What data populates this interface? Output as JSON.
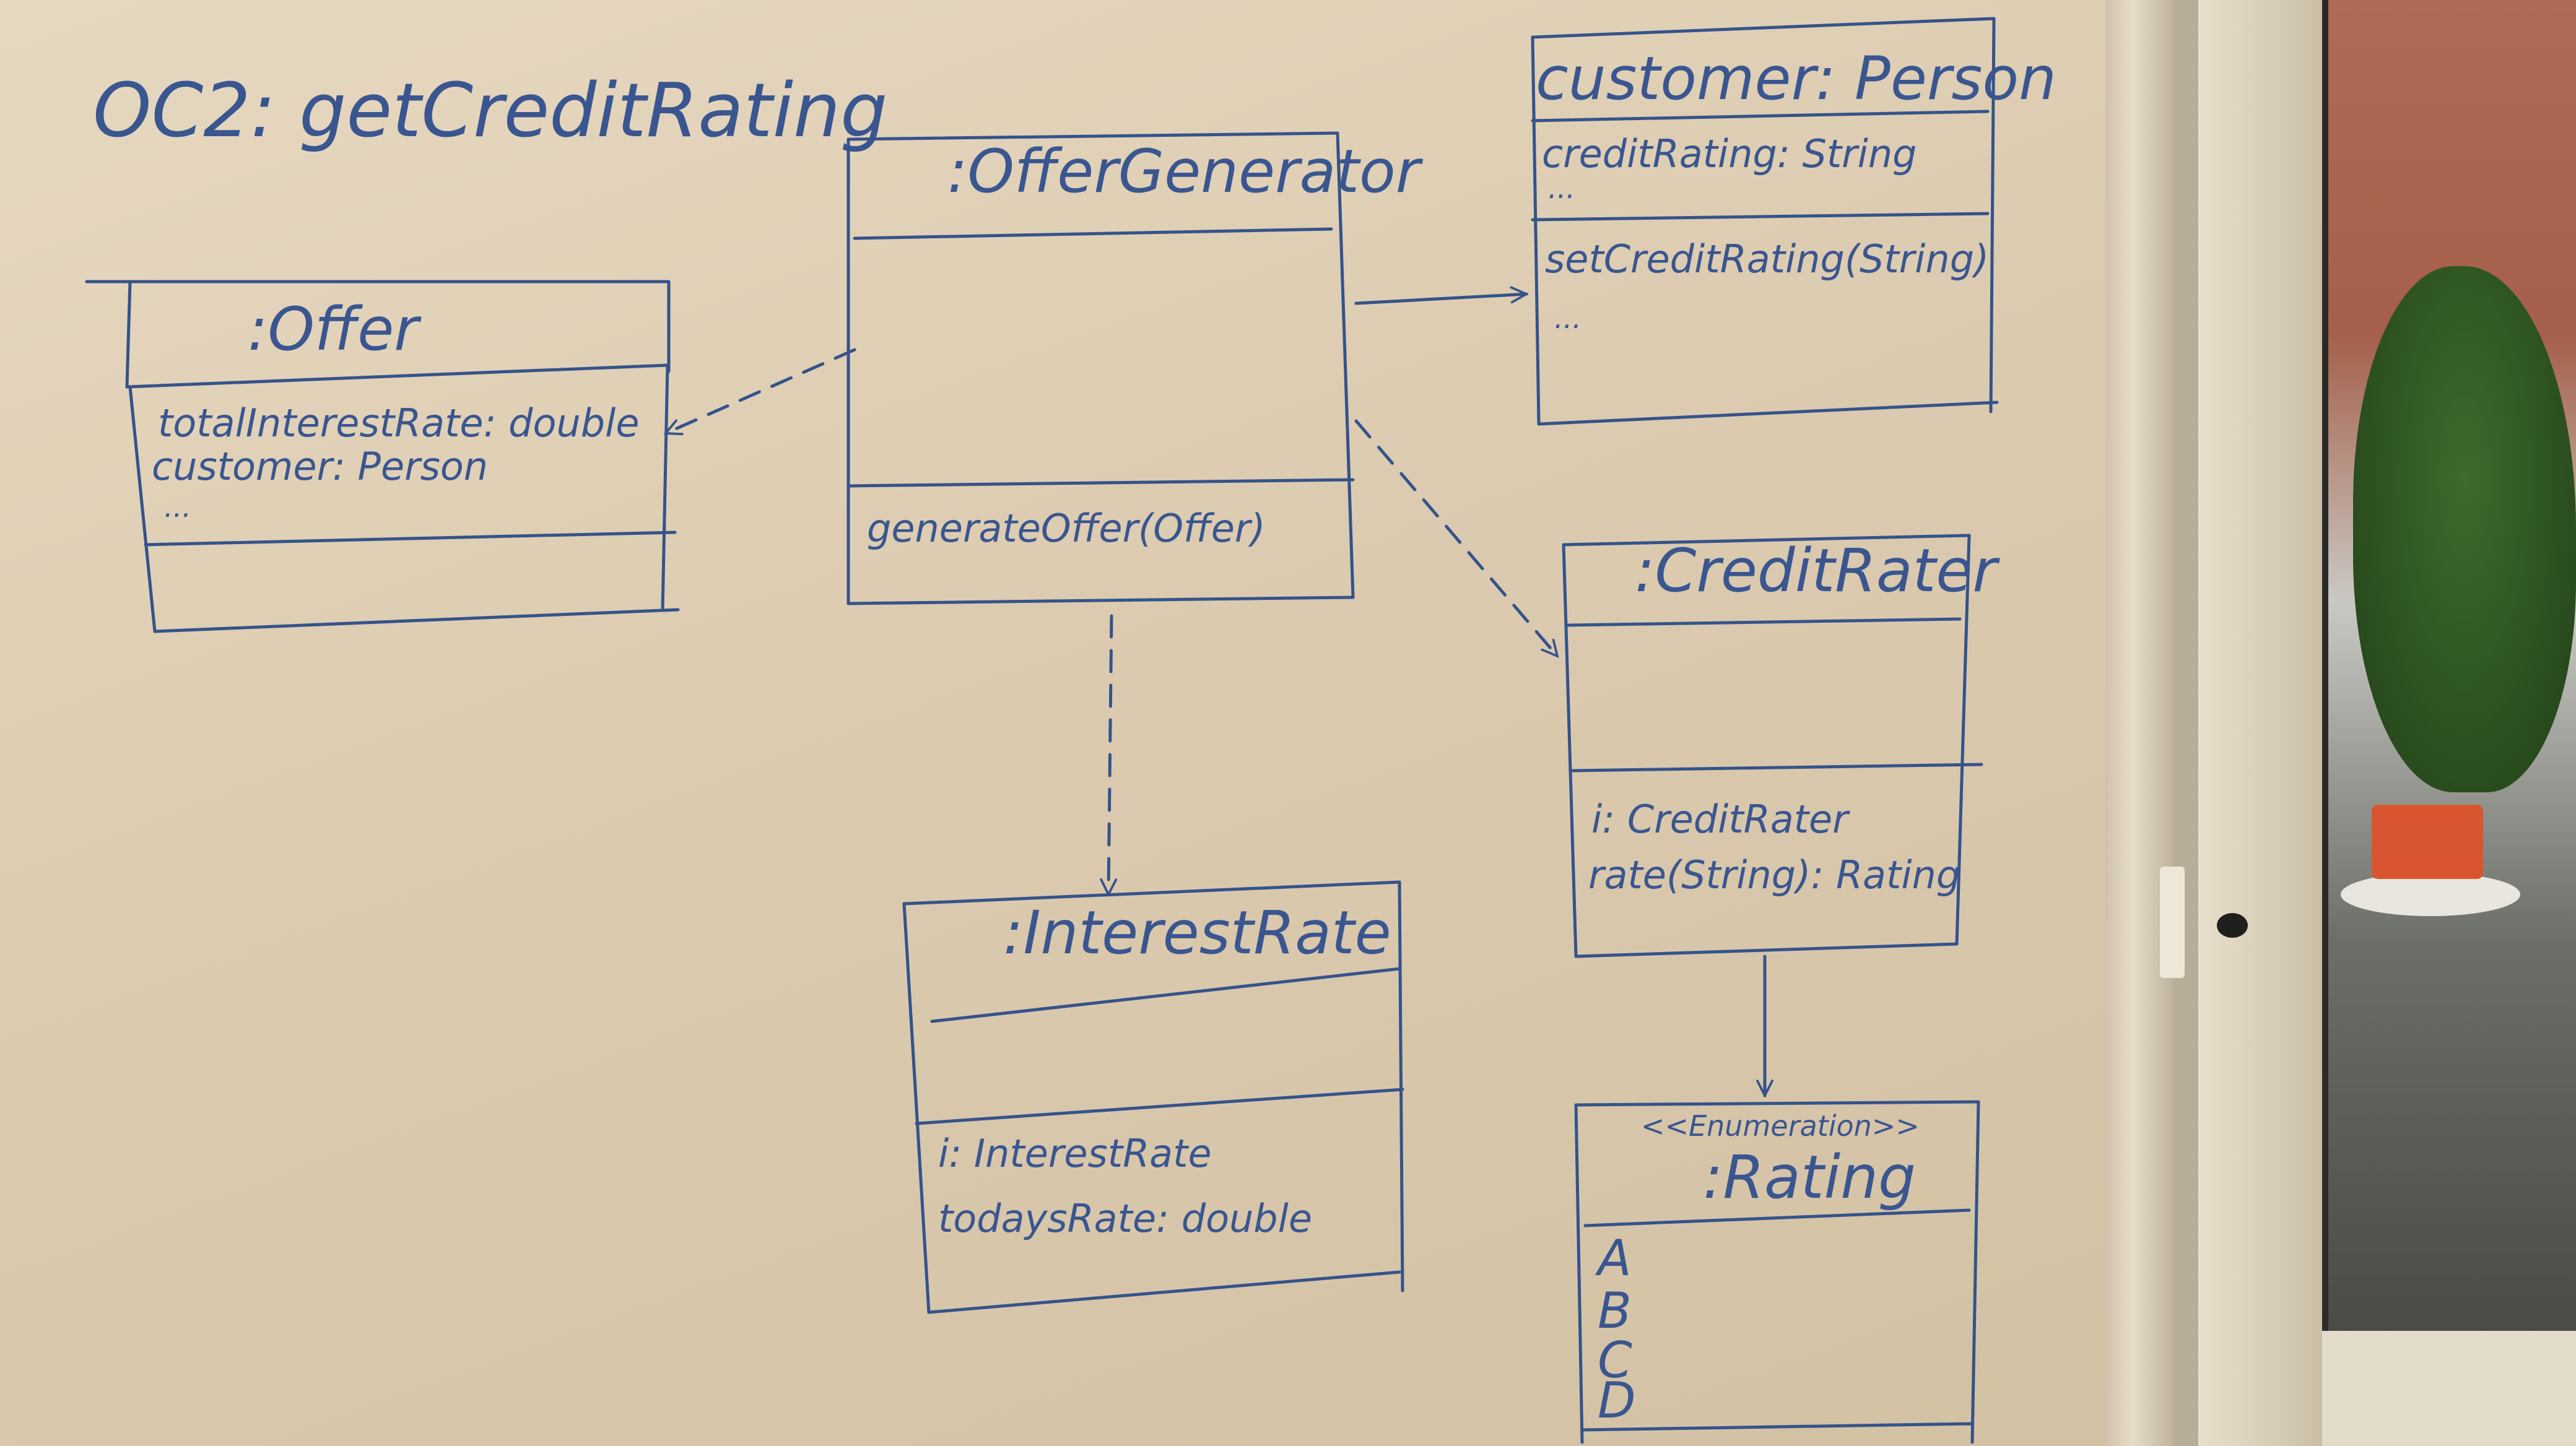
{
  "board": {
    "title": "OC2: getCreditRating"
  },
  "offer": {
    "name": ":Offer",
    "attributes": [
      "totalInterestRate: double",
      "customer: Person",
      "..."
    ]
  },
  "offer_generator": {
    "name": ":OfferGenerator",
    "operations": [
      "generateOffer(Offer)"
    ]
  },
  "customer_person": {
    "name": "customer: Person",
    "attributes": [
      "creditRating: String",
      "..."
    ],
    "operations": [
      "setCreditRating(String)",
      "..."
    ]
  },
  "credit_rater": {
    "name": ":CreditRater",
    "operations": [
      "i: CreditRater",
      "rate(String): Rating"
    ]
  },
  "interest_rate": {
    "name": ":InterestRate",
    "operations": [
      "i: InterestRate",
      "todaysRate: double"
    ]
  },
  "rating": {
    "stereotype": "<<Enumeration>>",
    "name": ":Rating",
    "values": [
      "A",
      "B",
      "C",
      "D"
    ]
  },
  "colors": {
    "ink": "#35538a",
    "board": "#dccbb0"
  }
}
